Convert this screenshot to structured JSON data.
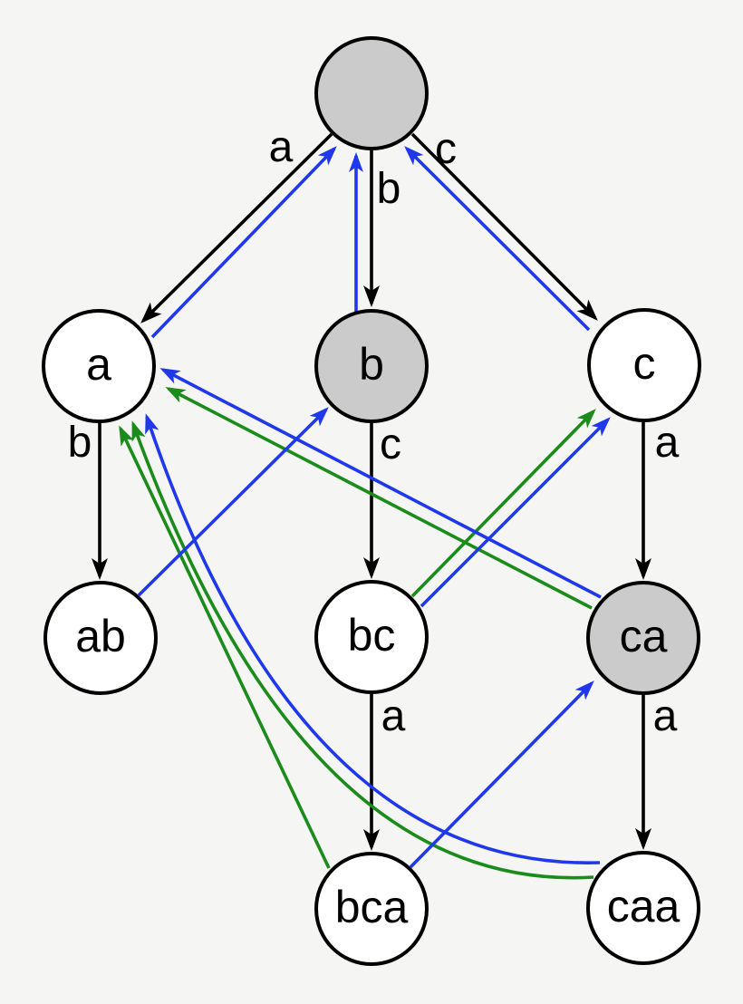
{
  "diagram": {
    "background": "#f5f5f3",
    "palette": {
      "tree_edge_color": "#000000",
      "blue_link_color": "#2038ec",
      "green_link_color": "#1b8c1b",
      "node_fill_shaded": "#cbcbcb",
      "node_fill_plain": "#ffffff",
      "node_border_color": "#000000"
    },
    "nodes": [
      {
        "id": "root",
        "label": "",
        "fill": "shaded"
      },
      {
        "id": "a",
        "label": "a",
        "fill": "plain"
      },
      {
        "id": "b",
        "label": "b",
        "fill": "shaded"
      },
      {
        "id": "c",
        "label": "c",
        "fill": "plain"
      },
      {
        "id": "ab",
        "label": "ab",
        "fill": "plain"
      },
      {
        "id": "bc",
        "label": "bc",
        "fill": "plain"
      },
      {
        "id": "ca",
        "label": "ca",
        "fill": "shaded"
      },
      {
        "id": "bca",
        "label": "bca",
        "fill": "plain"
      },
      {
        "id": "caa",
        "label": "caa",
        "fill": "plain"
      }
    ],
    "tree_edges": [
      {
        "from": "root",
        "to": "a",
        "label": "a"
      },
      {
        "from": "root",
        "to": "b",
        "label": "b"
      },
      {
        "from": "root",
        "to": "c",
        "label": "c"
      },
      {
        "from": "a",
        "to": "ab",
        "label": "b"
      },
      {
        "from": "b",
        "to": "bc",
        "label": "c"
      },
      {
        "from": "c",
        "to": "ca",
        "label": "a"
      },
      {
        "from": "bc",
        "to": "bca",
        "label": "a"
      },
      {
        "from": "ca",
        "to": "caa",
        "label": "a"
      }
    ],
    "blue_links": [
      {
        "from": "a",
        "to": "root"
      },
      {
        "from": "b",
        "to": "root"
      },
      {
        "from": "c",
        "to": "root"
      },
      {
        "from": "ab",
        "to": "b"
      },
      {
        "from": "bc",
        "to": "c"
      },
      {
        "from": "ca",
        "to": "a"
      },
      {
        "from": "bca",
        "to": "ca"
      },
      {
        "from": "caa",
        "to": "a"
      }
    ],
    "green_links": [
      {
        "from": "bc",
        "to": "c"
      },
      {
        "from": "ca",
        "to": "a"
      },
      {
        "from": "bca",
        "to": "a"
      },
      {
        "from": "caa",
        "to": "a"
      }
    ]
  }
}
